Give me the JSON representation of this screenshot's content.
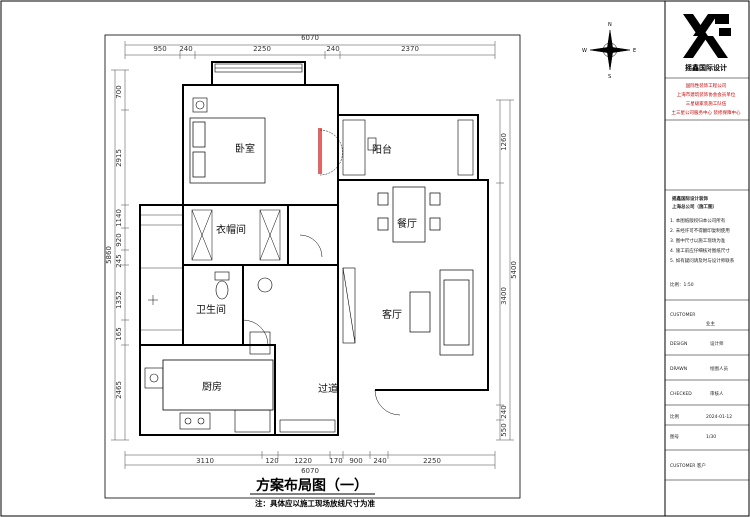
{
  "drawing": {
    "title": "方案布局图（一）",
    "note": "注：具体应以施工现场放线尺寸为准"
  },
  "rooms": {
    "bedroom": "卧室",
    "balcony": "阳台",
    "closet": "衣帽间",
    "dining": "餐厅",
    "bathroom": "卫生间",
    "living": "客厅",
    "kitchen": "厨房",
    "corridor": "过道"
  },
  "dimensions": {
    "top_total": "6070",
    "top_segments": [
      "950",
      "240",
      "2250",
      "240",
      "2370"
    ],
    "bottom_total": "6070",
    "bottom_segments": [
      "3110",
      "120",
      "1220",
      "170",
      "900",
      "240",
      "2250"
    ],
    "left_total": "5860",
    "left_segments": [
      "700",
      "2915",
      "1140",
      "920",
      "245",
      "1352",
      "165",
      "2465"
    ],
    "right_total": "5400",
    "right_segments": [
      "1260",
      "3400",
      "240",
      "550"
    ]
  },
  "title_block": {
    "company": "摇鑫国际设计",
    "red_lines": [
      "国际性装饰工程公司",
      "上海市建筑装饰协会会员单位",
      "三星级家装施工队伍",
      "土三星公司服务中心 装修保障中心"
    ],
    "company_full": "摇鑫国际设计装饰",
    "company_sub": "上海总公司（施工图）",
    "notes": [
      "1. 本图纸版权归本公司所有",
      "2. 未经许可不得翻印复制使用",
      "3. 图中尺寸以施工现场为准",
      "4. 施工前应仔细核对图纸尺寸",
      "5. 如有疑问请及时与设计师联系",
      "比例：1:50"
    ],
    "fields": [
      {
        "label": "CUSTOMER",
        "value": "业主"
      },
      {
        "label": "DESIGN",
        "value": "设计师"
      },
      {
        "label": "DRAWN",
        "value": "绘图人员"
      },
      {
        "label": "CHECKED",
        "value": "审核人"
      },
      {
        "label": "比例",
        "value": "2024-01-12"
      },
      {
        "label": "图号",
        "value": "1/30"
      }
    ],
    "footer": "CUSTOMER 客户"
  },
  "compass": {
    "n": "N",
    "s": "S",
    "e": "E",
    "w": "W"
  }
}
